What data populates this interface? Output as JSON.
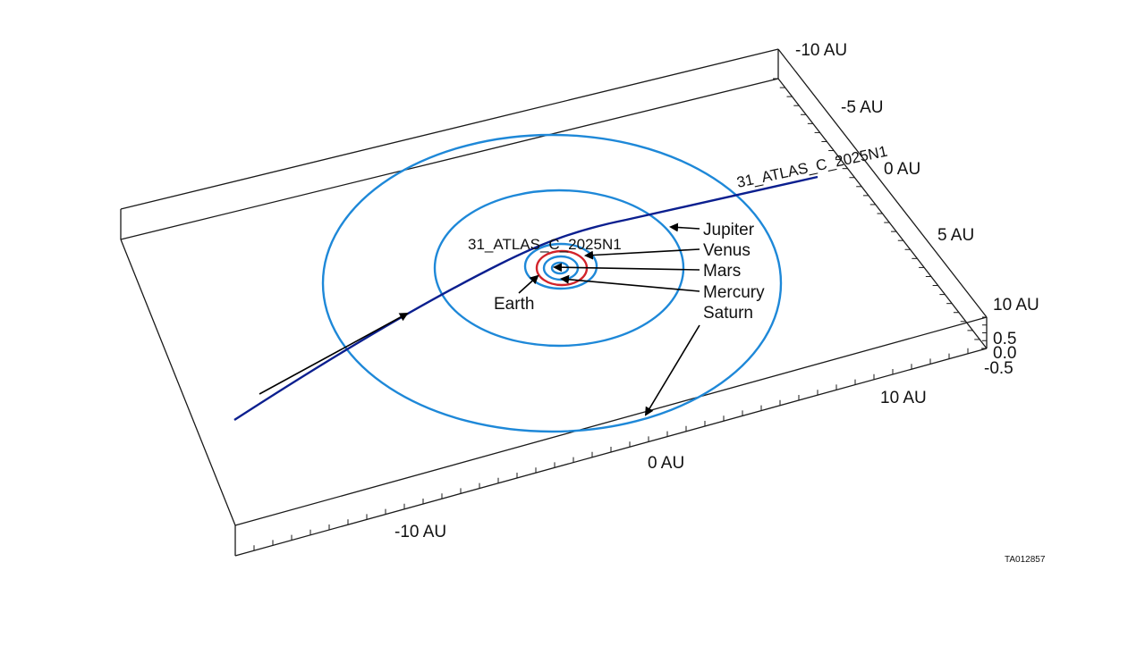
{
  "colors": {
    "box": "#1a1a1a",
    "orbit": "#1e88d8",
    "earth_orbit": "#d2232a",
    "trajectory": "#0b1f8f",
    "arrow": "#000000",
    "background": "#ffffff"
  },
  "trajectory_labels": {
    "upper": "31_ATLAS_C_2025N1",
    "inner": "31_ATLAS_C_2025N1"
  },
  "planet_labels": {
    "jupiter": "Jupiter",
    "venus": "Venus",
    "mars": "Mars",
    "mercury": "Mercury",
    "saturn": "Saturn",
    "earth": "Earth"
  },
  "axes": {
    "y_ticks": [
      "-10 AU",
      "-5 AU",
      "0 AU",
      "5 AU",
      "10 AU"
    ],
    "x_ticks": [
      "-10 AU",
      "0 AU",
      "10 AU"
    ],
    "z_ticks": [
      "0.5",
      "0.0",
      "-0.5"
    ]
  },
  "figure_id": "TA012857"
}
